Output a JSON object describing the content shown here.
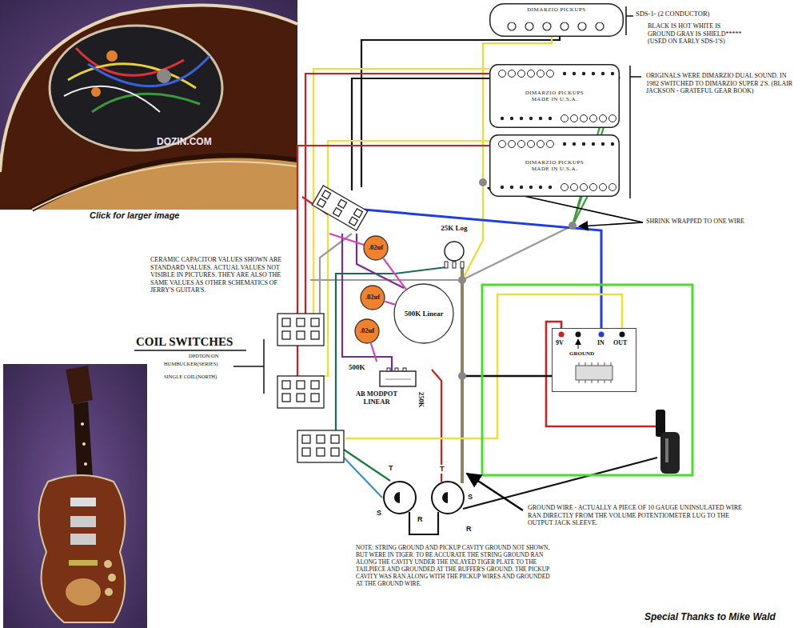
{
  "diagram": {
    "nodes": [
      {
        "text": [
          "DIMARZIO PICKUPS"
        ]
      },
      {
        "text": [
          "DIMARZIO PICKUPS MADE IN U.S.A."
        ]
      },
      {
        "text": [
          "DIMARZIO PICKUPS MADE IN U.S.A."
        ]
      },
      {
        "text": [
          ".02uf"
        ]
      },
      {
        "text": [
          ".02uf"
        ]
      },
      {
        "text": [
          ".02uf"
        ]
      },
      {
        "text": [
          "25K Log"
        ]
      },
      {
        "text": [
          "500K Linear"
        ]
      },
      {
        "text": [
          "500K",
          "AB MODPOT LINEAR",
          "250K"
        ]
      },
      {
        "text": [
          "9V",
          "GROUND",
          "IN",
          "OUT"
        ]
      }
    ],
    "edges": [
      {
        "from": 3,
        "to": 7,
        "arrow": "none"
      },
      {
        "from": 4,
        "to": 7,
        "arrow": "none"
      },
      {
        "from": 5,
        "to": 8,
        "arrow": "none"
      }
    ],
    "labels": [
      "SDS-1- (2 CONDUCTOR)",
      "BLACK IS HOT WHITE IS GROUND GRAY IS SHIELD***** (USED ON EARLY SDS-1'S)",
      "ORIGINALS WERE DIMARZIO DUAL SOUND. IN 1982 SWITCHED TO DIMARZIO SUPER 2'S. (BLAIR JACKSON - GRATEFUL GEAR BOOK)",
      "SHRINK WRAPPED TO ONE WIRE",
      "DOZIN.COM",
      "Click for larger image",
      "CERAMIC CAPACITOR VALUES SHOWN ARE STANDARD VALUES. ACTUAL VALUES NOT VISIBLE IN PICTURES. THEY ARE ALSO THE SAME VALUES AS OTHER SCHEMATICS OF JERRY'S GUITAR'S.",
      "COIL SWITCHES",
      "DPDTON/ON",
      "HUMBUCKER(SERIES)",
      "SINGLE COIL(NORTH)",
      "T",
      "S",
      "R",
      "T",
      "S",
      "R",
      "GROUND WIRE - ACTUALLY A PIECE OF 10 GAUGE UNINSULATED WIRE RAN DIRECTLY FROM THE VOLUME POTENTIOMETER LUG TO THE OUTPUT JACK SLEEVE.",
      "NOTE: STRING GROUND AND PICKUP CAVITY GROUND NOT SHOWN, BUT WERE IN TIGER. TO BE ACCURATE THE STRING GROUND RAN ALONG THE CAVITY UNDER THE INLAYED TIGER PLATE TO THE TAILPIECE AND GROUNDED AT THE BUFFER'S GROUND. THE PICKUP CAVITY WAS RAN ALONG WITH THE PICKUP WIRES AND GROUNDED AT THE GROUND WIRE.",
      "Special Thanks to Mike Wald"
    ]
  }
}
